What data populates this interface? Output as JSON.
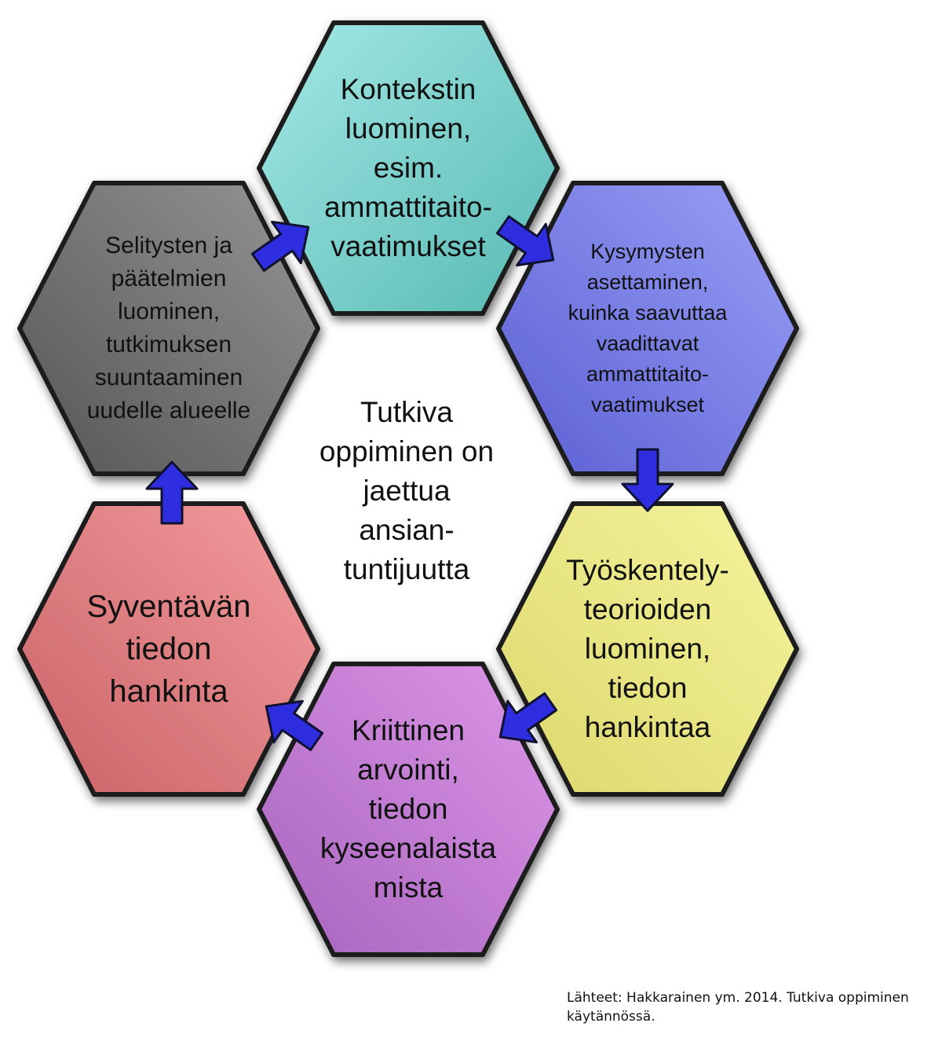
{
  "center": {
    "lines": [
      "Tutkiva",
      "oppiminen on",
      "jaettua",
      "ansian-",
      "tuntijuutta"
    ]
  },
  "hexagons": [
    {
      "id": "top",
      "lines": [
        "Kontekstin",
        "luominen,",
        "esim.",
        "ammattitaito-",
        "vaatimukset"
      ],
      "color": "#6fcfcb"
    },
    {
      "id": "upper-right",
      "lines": [
        "Kysymysten",
        "asettaminen,",
        "kuinka saavuttaa",
        "vaadittavat",
        "ammattitaito-",
        "vaatimukset"
      ],
      "color": "#7f86ea"
    },
    {
      "id": "lower-right",
      "lines": [
        "Työskentely-",
        "teorioiden",
        "luominen,",
        "tiedon",
        "hankintaa"
      ],
      "color": "#eeec88"
    },
    {
      "id": "bottom",
      "lines": [
        "Kriittinen",
        "arvointi,",
        "tiedon",
        "kyseenalaista",
        "mista"
      ],
      "color": "#c783d6"
    },
    {
      "id": "lower-left",
      "lines": [
        "Syventävän",
        "tiedon",
        "hankinta"
      ],
      "color": "#e67f82"
    },
    {
      "id": "upper-left",
      "lines": [
        "Selitysten ja",
        "päätelmien",
        "luominen,",
        "tutkimuksen",
        "suuntaaminen",
        "uudelle alueelle"
      ],
      "color": "#7a7a7a"
    }
  ],
  "arrow_color": "#2e2ee0",
  "arrow_icon": "arrow-icon",
  "source_note": {
    "lines": [
      "Lähteet: Hakkarainen ym. 2014. Tutkiva oppiminen",
      "käytännössä."
    ]
  }
}
